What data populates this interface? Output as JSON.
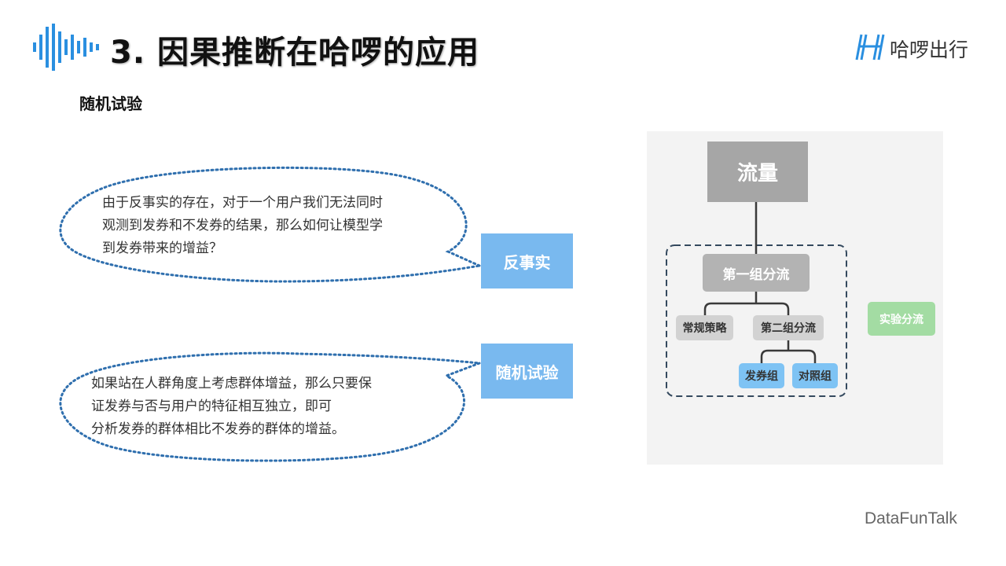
{
  "header": {
    "title": "3. 因果推断在哈啰的应用",
    "brand_name": "哈啰出行",
    "accent_color": "#2a8fe0"
  },
  "section": {
    "subtitle": "随机试验"
  },
  "bubbles": [
    {
      "text_lines": [
        "由于反事实的存在，对于一个用户我们无法同时",
        "观测到发券和不发券的结果，那么如何让模型学",
        "到发券带来的增益？"
      ],
      "tag": "反事实"
    },
    {
      "text_lines": [
        "如果站在人群角度上考虑群体增益，那么只要保",
        "证发券与否与用户的特征相互独立，即可",
        "分析发券的群体相比不发券的群体的增益。"
      ],
      "tag": "随机试验"
    }
  ],
  "diagram": {
    "traffic": "流量",
    "first_split": "第一组分流",
    "regular_strategy": "常规策略",
    "second_split": "第二组分流",
    "coupon_group": "发券组",
    "control_group": "对照组",
    "experiment_split": "实验分流",
    "colors": {
      "dark_node": "#a6a6a6",
      "light_node": "#d2d2d2",
      "blue_node": "#7ec3f4",
      "green_node": "#a3dca3",
      "dashed_border": "#34495e"
    }
  },
  "footer": {
    "watermark": "DataFunTalk"
  },
  "icons": {
    "logo": "sound-wave-bars-icon",
    "brand": "hellobike-h-logo-icon"
  }
}
